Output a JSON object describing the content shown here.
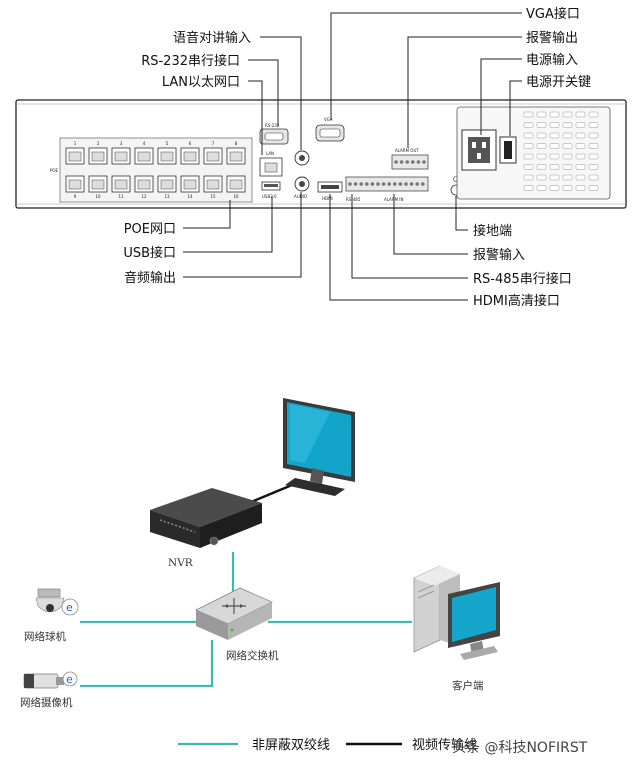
{
  "rear_panel": {
    "callouts_top": {
      "voice_intercom_input": "语音对讲输入",
      "rs232_port": "RS-232串行接口",
      "lan_port": "LAN以太网口",
      "vga_port": "VGA接口",
      "alarm_output": "报警输出",
      "power_input": "电源输入",
      "power_switch": "电源开关键"
    },
    "callouts_bottom": {
      "poe_port": "POE网口",
      "usb_port": "USB接口",
      "audio_output": "音频输出",
      "ground_terminal": "接地端",
      "alarm_input": "报警输入",
      "rs485_port": "RS-485串行接口",
      "hdmi_port": "HDMI高清接口"
    },
    "panel_labels": {
      "poe": "POE",
      "rs232": "RS-232",
      "lan": "LAN",
      "usb": "USB3.0",
      "audio": "AUDIO",
      "vga": "VGA",
      "hdmi": "HDMI",
      "rs485": "RS-485",
      "alarm_out": "ALARM OUT",
      "alarm_in": "ALARM IN"
    },
    "poe_numbers_top": [
      "1",
      "2",
      "3",
      "4",
      "5",
      "6",
      "7",
      "8"
    ],
    "poe_numbers_bottom": [
      "9",
      "10",
      "11",
      "12",
      "13",
      "14",
      "15",
      "16"
    ]
  },
  "network": {
    "nvr": "NVR",
    "switch": "网络交换机",
    "dome_camera": "网络球机",
    "bullet_camera": "网络摄像机",
    "client": "客户端"
  },
  "legend": {
    "utp": "非屏蔽双绞线",
    "video": "视频传输线",
    "utp_color": "#3fb8b0",
    "video_color": "#111111"
  },
  "watermark": "头条 @科技NOFIRST"
}
